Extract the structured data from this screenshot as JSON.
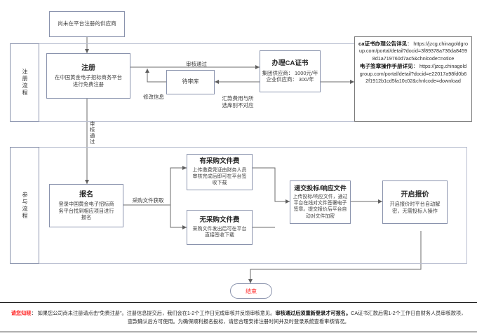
{
  "bands": {
    "register": {
      "label": "注册流程"
    },
    "participate": {
      "label": "参与流程"
    }
  },
  "nodes": {
    "start_supplier": {
      "title": "尚未在平台注册的供应商"
    },
    "register": {
      "title": "注册",
      "sub": "在中国黄金电子招标商务平台\n进行免费注册"
    },
    "pending_pool": {
      "title": "待审库"
    },
    "ca_cert": {
      "title": "办理CA证书",
      "line1": "集团供应商： 1000元/年",
      "line2": "企业供应商： 300/年"
    },
    "signup": {
      "title": "报名",
      "sub": "登录中国黄金电子招标商\n务平台找到相应项目进行\n报名"
    },
    "fee_yes": {
      "title": "有采购文件费",
      "sub": "上传缴费凭证由财务人员\n审核完成后即可在平台签\n收下载"
    },
    "fee_no": {
      "title": "无采购文件费",
      "sub": "采购文件发出后可在平台\n直接签收下载"
    },
    "submit_docs": {
      "title": "递交投标/响应文件",
      "sub": "上传投标/响应文件，通过\n平台在线对文件签署电子\n签章。提交报价后平台自\n动对文件加密"
    },
    "open_bid": {
      "title": "开启报价",
      "sub": "开启报价时平台自动解\n密，无需投标人操作"
    },
    "end": {
      "label": "结束"
    }
  },
  "edge_labels": {
    "audit_pass_top": "审核通过",
    "modify_info": "修改信息",
    "remit_mismatch": "汇款费用与所\n选库别不对应",
    "audit_pass_vertical": "审核通过",
    "doc_obtain": "采购文件获取"
  },
  "info_panel": {
    "ca_label": "ca证书办理公告详见",
    "ca_url": "： https://jzcg.chinagoldgroup.com/portal/detail?docid=3f89378a736da84598d1a719760d7ac5&chnlcode=notice",
    "seal_label": "电子签章操作手册详见",
    "seal_url": "： https://jzcg.chinagoldgroup.com/portal/detail?docid=e22017a98fd0b62f1912b1cd5fa10c02&chnlcode=download"
  },
  "footer": {
    "warn": "请您知晓",
    "text_1": "： 如果您公司尚未注册请点击“免费注册”。注册信息提交后，我们会在1-2个工作日完成审核并反馈审核意见。",
    "emphasis": "审核通过后须重新登录才可报名。",
    "text_2": "CA证书汇款后需1-2个工作日由财务人员审核款项，查款确认后方可使用。为确保顺利报名投标，请您合理安排注册时间并及时登录系统查看审核情况。"
  },
  "colors": {
    "node_border": "#8a93ad",
    "band_border": "#b9bfd0",
    "wire": "#6b6b6b",
    "accent_red": "#ff2d2d",
    "info_border": "#7a7a7a"
  }
}
